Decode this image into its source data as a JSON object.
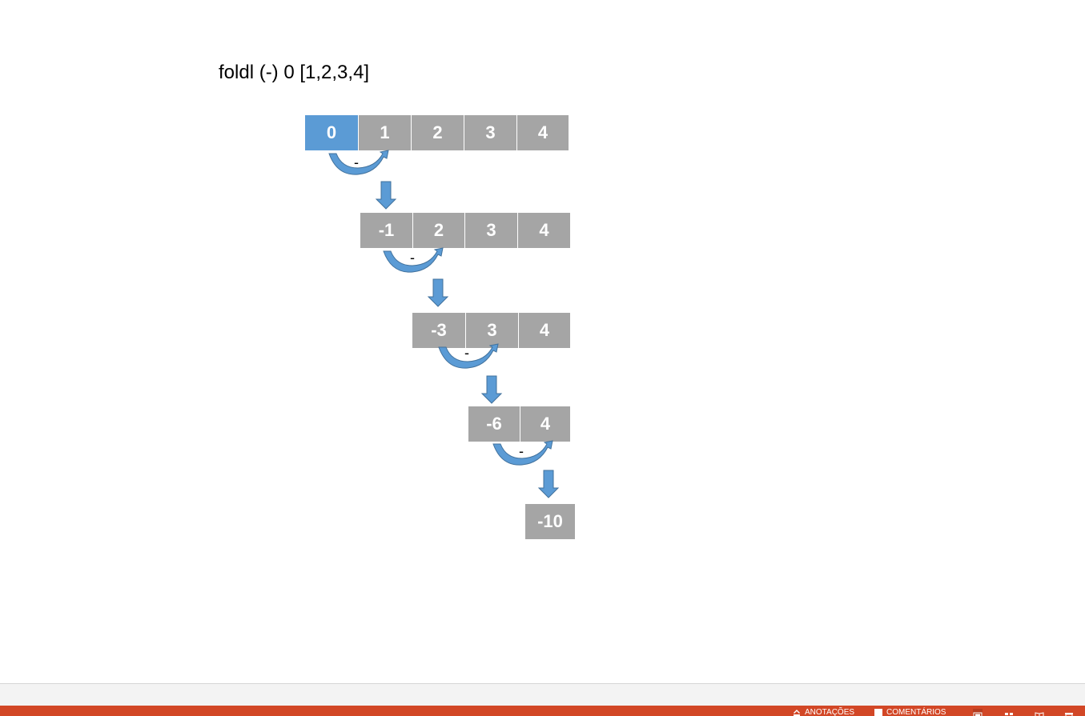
{
  "slide": {
    "title": "foldl (-) 0 [1,2,3,4]",
    "steps": [
      {
        "accumulator": "0",
        "rest": [
          "1",
          "2",
          "3",
          "4"
        ],
        "operator": "-"
      },
      {
        "accumulator": "-1",
        "rest": [
          "2",
          "3",
          "4"
        ],
        "operator": "-"
      },
      {
        "accumulator": "-3",
        "rest": [
          "3",
          "4"
        ],
        "operator": "-"
      },
      {
        "accumulator": "-6",
        "rest": [
          "4"
        ],
        "operator": "-"
      }
    ],
    "result": "-10"
  },
  "statusbar": {
    "notes_label": "ANOTAÇÕES",
    "comments_label": "COMENTÁRIOS",
    "view_buttons": [
      "normal-view",
      "slide-sorter-view",
      "reading-view",
      "slideshow-view"
    ]
  },
  "colors": {
    "cell_gray": "#a5a5a5",
    "accumulator_blue": "#5b9bd5",
    "arrow_blue": "#5b9bd5",
    "arrow_outline": "#41719c",
    "statusbar": "#d24726"
  }
}
